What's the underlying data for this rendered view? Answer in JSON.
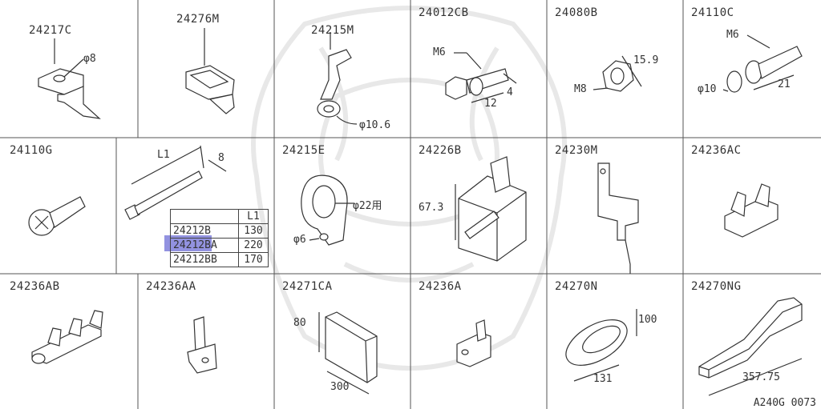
{
  "cells": [
    {
      "part": "24217C",
      "dims": [
        "φ8"
      ]
    },
    {
      "part": "24276M",
      "dims": []
    },
    {
      "part": "24215M",
      "dims": [
        "φ10.6"
      ]
    },
    {
      "part": "24012CB",
      "dims": [
        "M6",
        "12",
        "4"
      ]
    },
    {
      "part": "24080B",
      "dims": [
        "15.9",
        "M8"
      ]
    },
    {
      "part": "24110C",
      "dims": [
        "M6",
        "φ10",
        "21"
      ]
    },
    {
      "part": "24110G",
      "dims": []
    },
    {
      "part": "",
      "dims": [
        "L1",
        "8"
      ]
    },
    {
      "part": "24215E",
      "dims": [
        "φ22用",
        "φ6"
      ]
    },
    {
      "part": "24226B",
      "dims": [
        "67.3"
      ]
    },
    {
      "part": "24230M",
      "dims": []
    },
    {
      "part": "24236AC",
      "dims": []
    },
    {
      "part": "24236AB",
      "dims": []
    },
    {
      "part": "24236AA",
      "dims": []
    },
    {
      "part": "24271CA",
      "dims": [
        "80",
        "300"
      ]
    },
    {
      "part": "24236A",
      "dims": []
    },
    {
      "part": "24270N",
      "dims": [
        "100",
        "131"
      ]
    },
    {
      "part": "24270NG",
      "dims": [
        "357.75"
      ]
    }
  ],
  "tie_table": {
    "header": [
      "",
      "L1"
    ],
    "rows": [
      {
        "name": "24212B",
        "value": "130"
      },
      {
        "name": "24212BA",
        "value": "220"
      },
      {
        "name": "24212BB",
        "value": "170"
      }
    ]
  },
  "diagram_code": "A240G 0073",
  "colors": {
    "line": "#333333",
    "highlight": "#6d6dd6",
    "watermark": "#e6e6e6"
  }
}
